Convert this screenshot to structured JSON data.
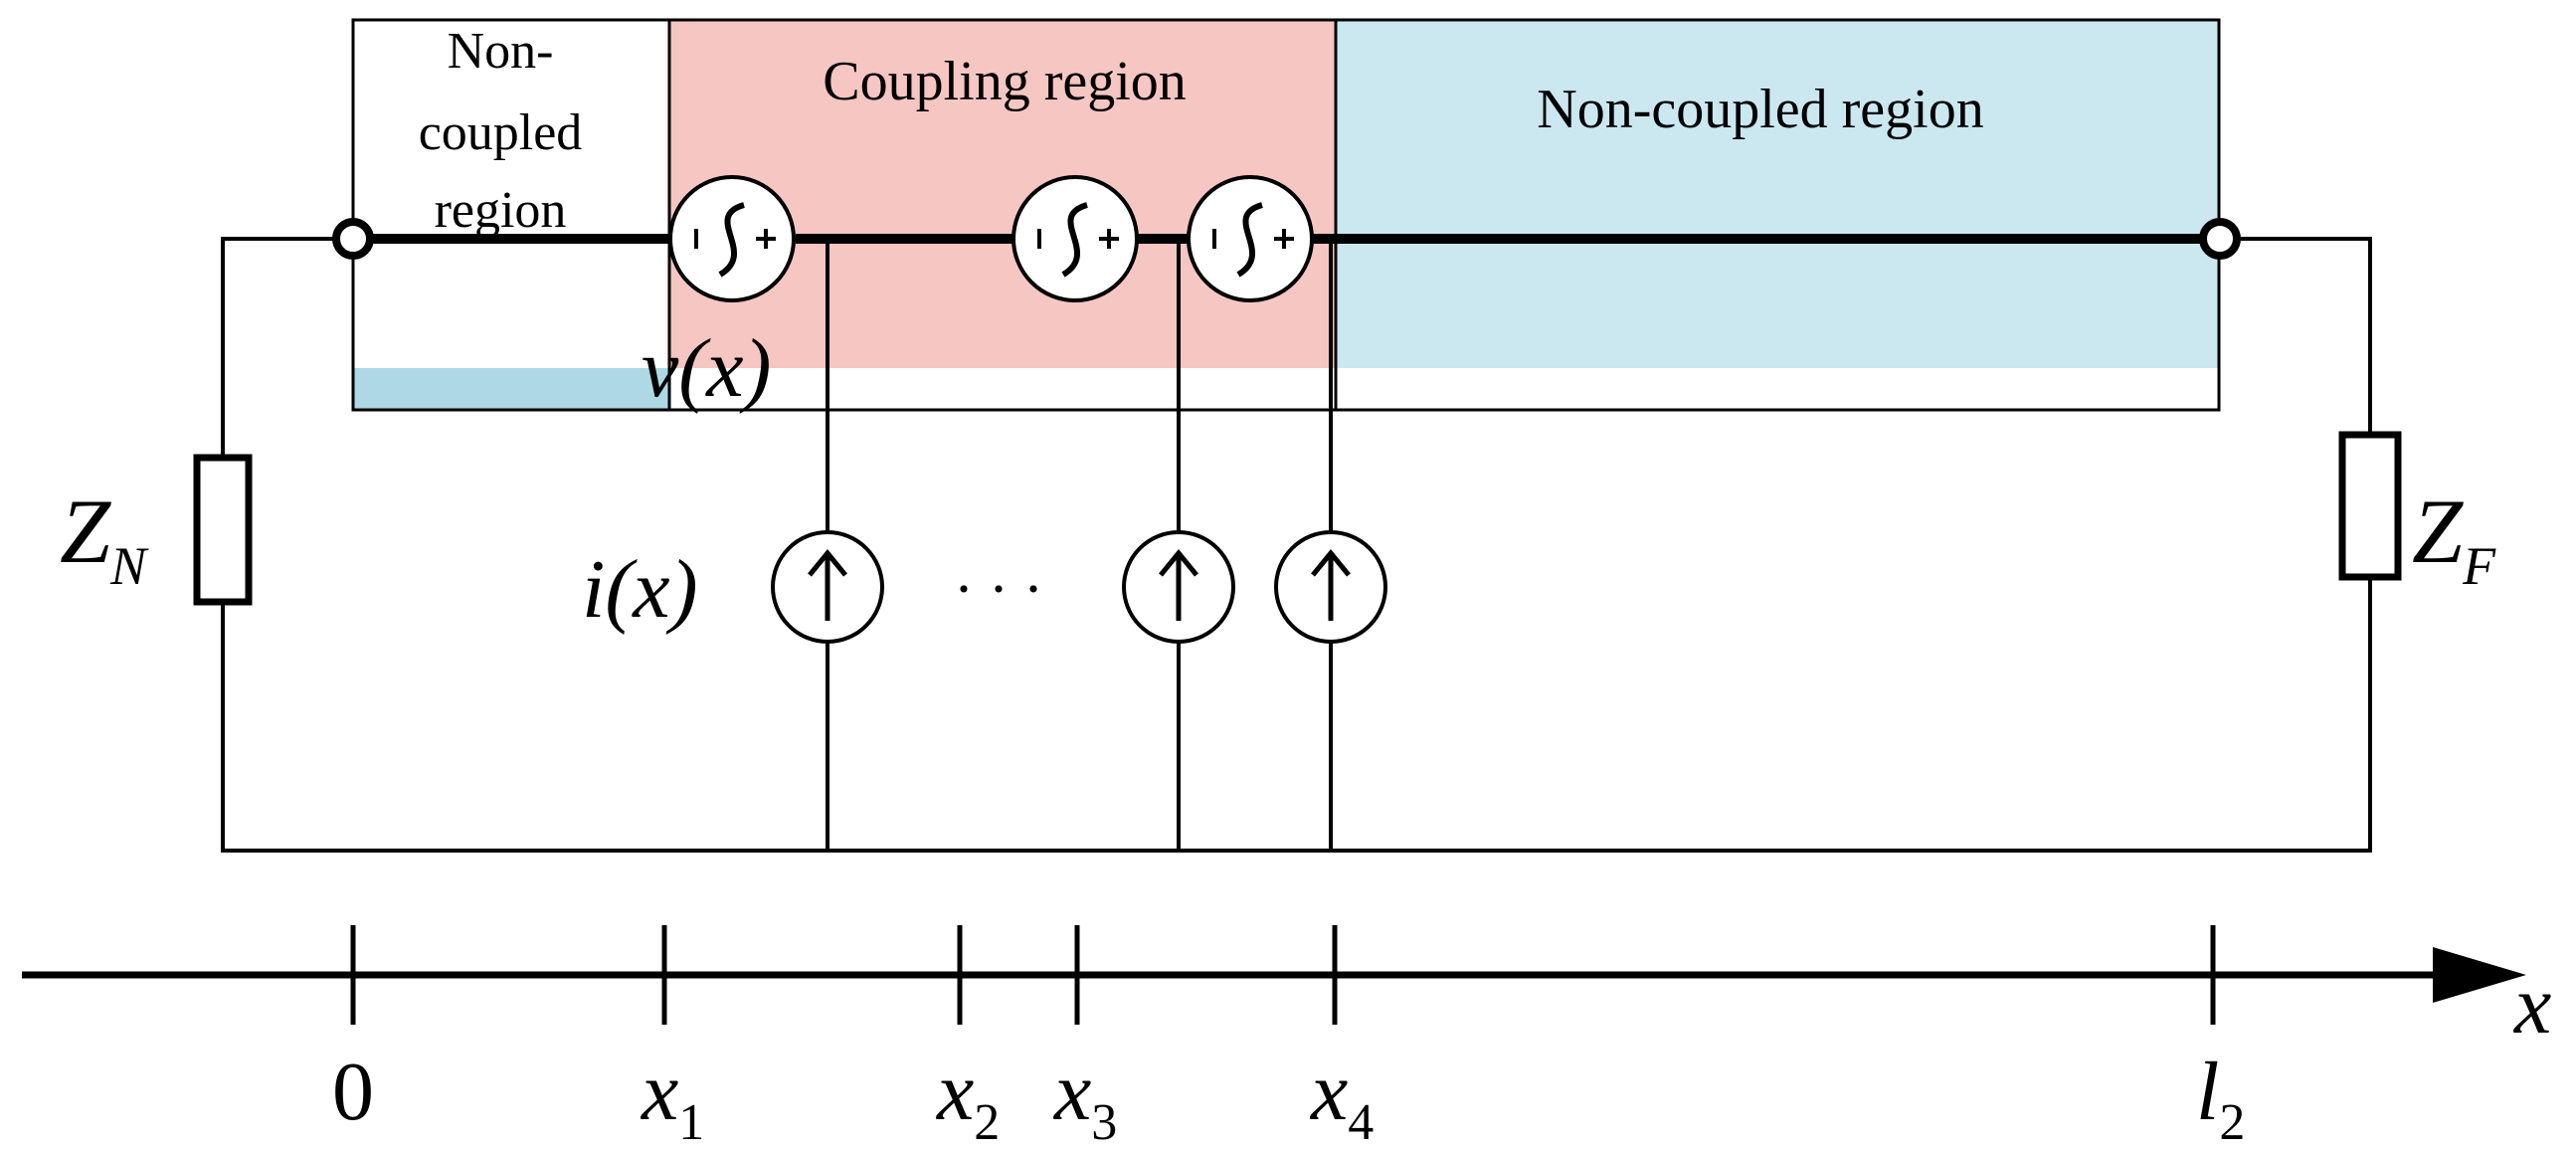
{
  "regions": {
    "left_label_lines": [
      "Non-",
      "coupled",
      "region"
    ],
    "coupling_label": "Coupling region",
    "right_label": "Non-coupled region",
    "colors": {
      "left_fill": "#ffffff",
      "left_strip": "#aed8e4",
      "coupling_fill": "#f5c6c2",
      "right_fill": "#cbe7f0",
      "stroke": "#000000"
    }
  },
  "labels": {
    "v_source": "v(x)",
    "i_source": "i(x)",
    "dots": "· · ·",
    "impedance_near": {
      "main": "Z",
      "sub": "N"
    },
    "impedance_far": {
      "main": "Z",
      "sub": "F"
    }
  },
  "axis": {
    "variable": "x",
    "ticks": [
      {
        "main": "0",
        "sub": ""
      },
      {
        "main": "x",
        "sub": "1"
      },
      {
        "main": "x",
        "sub": "2"
      },
      {
        "main": "x",
        "sub": "3"
      },
      {
        "main": "x",
        "sub": "4"
      },
      {
        "main": "l",
        "sub": "2"
      }
    ]
  },
  "icons": {
    "voltage_source": "ac-voltage-source-icon",
    "current_source": "current-source-arrow-icon",
    "resistor": "resistor-icon",
    "terminal": "terminal-node-icon"
  }
}
